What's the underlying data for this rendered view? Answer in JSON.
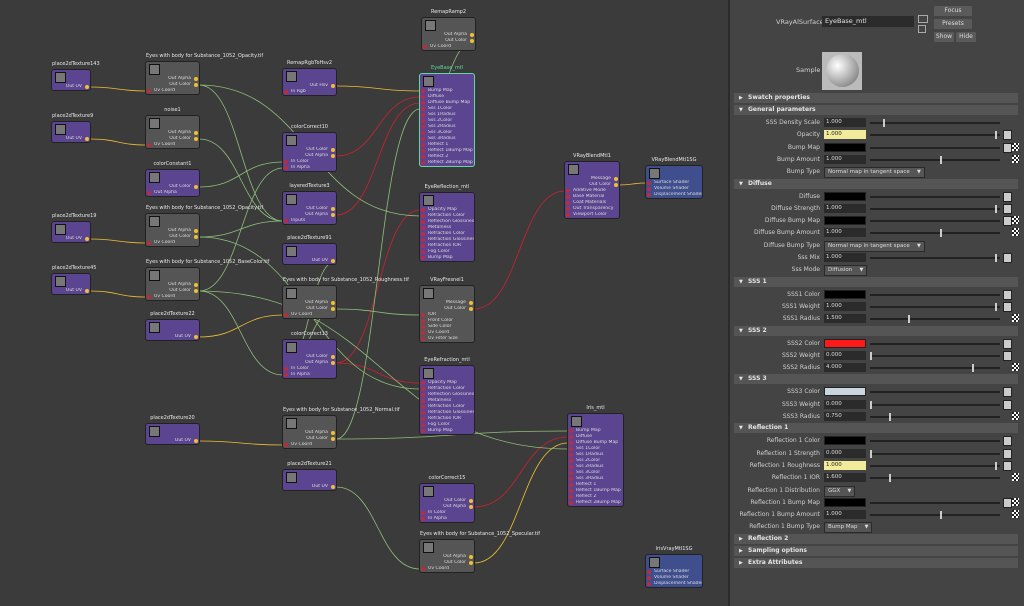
{
  "nodes": [
    {
      "title": "place2dTexture143",
      "kind": "p",
      "outs": [
        "Out UV"
      ],
      "ins": []
    },
    {
      "title": "place2dTexture9",
      "kind": "p",
      "outs": [
        "Out UV"
      ],
      "ins": []
    },
    {
      "title": "place2dTexture19",
      "kind": "p",
      "outs": [
        "Out UV"
      ],
      "ins": []
    },
    {
      "title": "place2dTexture45",
      "kind": "p",
      "outs": [
        "Out UV"
      ],
      "ins": []
    },
    {
      "title": "Eyes with body for Substance_1052_Opacity.tif",
      "kind": "g",
      "outs": [
        "Out Alpha",
        "Out Color"
      ],
      "ins": [
        "Uv Coord"
      ]
    },
    {
      "title": "noise1",
      "kind": "g",
      "outs": [
        "Out Alpha",
        "Out Color"
      ],
      "ins": [
        "Uv Coord"
      ]
    },
    {
      "title": "colorConstant1",
      "kind": "p",
      "outs": [
        "Out Color"
      ],
      "ins": [
        "Out Alpha"
      ]
    },
    {
      "title": "Eyes with body for Substance_1052_Opacity.tif",
      "kind": "g",
      "outs": [
        "Out Alpha",
        "Out Color"
      ],
      "ins": [
        "Uv Coord"
      ]
    },
    {
      "title": "Eyes with body for Substance_1052_BaseColor.tif",
      "kind": "g",
      "outs": [
        "Out Alpha",
        "Out Color"
      ],
      "ins": [
        "Uv Coord"
      ]
    },
    {
      "title": "place2dTexture22",
      "kind": "p",
      "outs": [
        "Out UV"
      ],
      "ins": []
    },
    {
      "title": "place2dTexture20",
      "kind": "p",
      "outs": [
        "Out UV"
      ],
      "ins": []
    },
    {
      "title": "RemapRgbToHsv2",
      "kind": "p",
      "outs": [
        "Out Hsv"
      ],
      "ins": [
        "In Rgb"
      ]
    },
    {
      "title": "colorCorrect10",
      "kind": "p",
      "outs": [
        "Out Color",
        "Out Alpha"
      ],
      "ins": [
        "In Color",
        "In Alpha"
      ]
    },
    {
      "title": "layeredTexture3",
      "kind": "p",
      "outs": [
        "Out Color",
        "Out Alpha"
      ],
      "ins": [
        "Inputs"
      ]
    },
    {
      "title": "place2dTexture91",
      "kind": "p",
      "outs": [
        "Out UV"
      ],
      "ins": []
    },
    {
      "title": "Eyes with body for Substance_1052_Roughness.tif",
      "kind": "g",
      "outs": [
        "Out Alpha",
        "Out Color"
      ],
      "ins": [
        "Uv Coord"
      ]
    },
    {
      "title": "colorCorrect13",
      "kind": "p",
      "outs": [
        "Out Color",
        "Out Alpha"
      ],
      "ins": [
        "In Color",
        "In Alpha"
      ]
    },
    {
      "title": "Eyes with body for Substance_1052_Normal.tif",
      "kind": "g",
      "outs": [
        "Out Alpha",
        "Out Color"
      ],
      "ins": [
        "Uv Coord"
      ]
    },
    {
      "title": "place2dTexture21",
      "kind": "p",
      "outs": [
        "Out UV"
      ],
      "ins": []
    },
    {
      "title": "RemapRamp2",
      "kind": "g",
      "outs": [
        "Out Alpha",
        "Out Color"
      ],
      "ins": [
        "Uv Coord"
      ]
    },
    {
      "title": "EyeBase_mtl",
      "kind": "p",
      "outs": [],
      "ins": [
        "Bump Map",
        "Diffuse",
        "Diffuse Bump Map",
        "Sss 1Color",
        "Sss 1Radius",
        "Sss 2Color",
        "Sss 2Radius",
        "Sss 3Color",
        "Sss 3Radius",
        "Reflect 1",
        "Reflect 1Bump Map",
        "Reflect 2",
        "Reflect 2Bump Map"
      ]
    },
    {
      "title": "EyeReflection_mtl",
      "kind": "p",
      "outs": [],
      "ins": [
        "Opacity Map",
        "Refraction Color",
        "Reflection Glossiness",
        "Metalness",
        "Refraction Color",
        "Refraction Glossiness",
        "Refraction IOR",
        "Fog Color",
        "Bump Map"
      ]
    },
    {
      "title": "VRayFresnel1",
      "kind": "g",
      "outs": [
        "Message",
        "Out Color"
      ],
      "ins": [
        "IOR",
        "Front Color",
        "Side Color",
        "Uv Coord",
        "Uv Filter Size"
      ]
    },
    {
      "title": "EyeRefraction_mtl",
      "kind": "p",
      "outs": [],
      "ins": [
        "Opacity Map",
        "Refraction Color",
        "Reflection Glossiness",
        "Metalness",
        "Refraction Color",
        "Refraction Glossiness",
        "Refraction IOR",
        "Fog Color",
        "Bump Map"
      ]
    },
    {
      "title": "colorCorrect15",
      "kind": "p",
      "outs": [
        "Out Color",
        "Out Alpha"
      ],
      "ins": [
        "In Color",
        "In Alpha"
      ]
    },
    {
      "title": "Eyes with body for Substance_1052_Specular.tif",
      "kind": "g",
      "outs": [
        "Out Alpha",
        "Out Color"
      ],
      "ins": [
        "Uv Coord"
      ]
    },
    {
      "title": "VRayBlendMtl1",
      "kind": "p",
      "outs": [
        "Message",
        "Out Color"
      ],
      "ins": [
        "Additive Mode",
        "Base Material",
        "Coat Materials",
        "Out Transparency",
        "Viewport Color"
      ]
    },
    {
      "title": "VRayBlendMtl1SG",
      "kind": "b",
      "outs": [],
      "ins": [
        "Surface Shader",
        "Volume Shader",
        "Displacement Shader"
      ]
    },
    {
      "title": "Iris_mtl",
      "kind": "p",
      "outs": [],
      "ins": [
        "Bump Map",
        "Diffuse",
        "Diffuse Bump Map",
        "Sss 1Color",
        "Sss 1Radius",
        "Sss 2Color",
        "Sss 2Radius",
        "Sss 3Color",
        "Sss 3Radius",
        "Reflect 1",
        "Reflect 1Bump Map",
        "Reflect 2",
        "Reflect 2Bump Map"
      ]
    },
    {
      "title": "IrisVrayMtl1SG",
      "kind": "b",
      "outs": [],
      "ins": [
        "Surface Shader",
        "Volume Shader",
        "Displacement Shader"
      ]
    }
  ],
  "panel": {
    "node_type": "VRayAlSurface:",
    "node_name": "EyeBase_mtl",
    "focus": "Focus",
    "presets": "Presets",
    "show": "Show",
    "hide": "Hide",
    "sample": "Sample",
    "sections": [
      {
        "title": "Swatch properties",
        "open": false,
        "rows": []
      },
      {
        "title": "General parameters",
        "open": true,
        "rows": [
          {
            "label": "SSS Density Scale",
            "type": "num",
            "value": "1.000",
            "slider": 0.1
          },
          {
            "label": "Opacity",
            "type": "num",
            "value": "1.000",
            "slider": 0.98,
            "hl": true,
            "map": true
          },
          {
            "label": "Bump Map",
            "type": "color",
            "color": "#000000",
            "map": true,
            "chk": true
          },
          {
            "label": "Bump Amount",
            "type": "num",
            "value": "1.000",
            "slider": 0.55,
            "chk": true
          },
          {
            "label": "Bump Type",
            "type": "select",
            "value": "Normal map in tangent space"
          }
        ]
      },
      {
        "title": "Diffuse",
        "open": true,
        "rows": [
          {
            "label": "Diffuse",
            "type": "color",
            "color": "#000000",
            "map": true
          },
          {
            "label": "Diffuse Strength",
            "type": "num",
            "value": "1.000",
            "slider": 0.98,
            "map": true
          },
          {
            "label": "Diffuse Bump Map",
            "type": "color",
            "color": "#000000",
            "map": true,
            "chk": true
          },
          {
            "label": "Diffuse Bump Amount",
            "type": "num",
            "value": "1.000",
            "slider": 0.55,
            "chk": true
          },
          {
            "label": "Diffuse Bump Type",
            "type": "select",
            "value": "Normal map in tangent space"
          },
          {
            "label": "Sss Mix",
            "type": "num",
            "value": "1.000",
            "slider": 0.98,
            "map": true
          },
          {
            "label": "Sss Mode",
            "type": "select",
            "value": "Diffusion"
          }
        ]
      },
      {
        "title": "SSS 1",
        "open": true,
        "rows": [
          {
            "label": "SSS1 Color",
            "type": "color",
            "color": "#000000",
            "map": true
          },
          {
            "label": "SSS1 Weight",
            "type": "num",
            "value": "1.000",
            "slider": 0.98,
            "map": true
          },
          {
            "label": "SSS1 Radius",
            "type": "num",
            "value": "1.500",
            "slider": 0.3,
            "chk": true
          }
        ]
      },
      {
        "title": "SSS 2",
        "open": true,
        "rows": [
          {
            "label": "SSS2 Color",
            "type": "color",
            "color": "#ff1a1a",
            "map": true
          },
          {
            "label": "SSS2 Weight",
            "type": "num",
            "value": "0.000",
            "slider": 0.0,
            "map": true
          },
          {
            "label": "SSS2 Radius",
            "type": "num",
            "value": "4.000",
            "slider": 0.8,
            "chk": true
          }
        ]
      },
      {
        "title": "SSS 3",
        "open": true,
        "rows": [
          {
            "label": "SSS3 Color",
            "type": "color",
            "color": "#c9d6e0",
            "map": true
          },
          {
            "label": "SSS3 Weight",
            "type": "num",
            "value": "0.000",
            "slider": 0.0,
            "map": true
          },
          {
            "label": "SSS3 Radius",
            "type": "num",
            "value": "0.750",
            "slider": 0.15,
            "chk": true
          }
        ]
      },
      {
        "title": "Reflection 1",
        "open": true,
        "rows": [
          {
            "label": "Reflection 1 Color",
            "type": "color",
            "color": "#000000",
            "map": true
          },
          {
            "label": "Reflection 1 Strength",
            "type": "num",
            "value": "0.000",
            "slider": 0.0,
            "map": true
          },
          {
            "label": "Reflection 1 Roughness",
            "type": "num",
            "value": "1.000",
            "slider": 0.98,
            "hl": true,
            "map": true
          },
          {
            "label": "Reflection 1 IOR",
            "type": "num",
            "value": "1.600",
            "slider": 0.15,
            "chk": true
          },
          {
            "label": "Reflection 1 Distribution",
            "type": "select",
            "value": "GGX"
          },
          {
            "label": "Reflection 1 Bump Map",
            "type": "color",
            "color": "#000000",
            "map": true,
            "chk": true
          },
          {
            "label": "Reflection 1 Bump Amount",
            "type": "num",
            "value": "1.000",
            "slider": 0.55,
            "chk": true
          },
          {
            "label": "Reflection 1 Bump Type",
            "type": "select",
            "value": "Bump Map"
          }
        ]
      },
      {
        "title": "Reflection 2",
        "open": false,
        "rows": []
      },
      {
        "title": "Sampling options",
        "open": false,
        "rows": []
      },
      {
        "title": "Extra Attributes",
        "open": false,
        "rows": []
      }
    ]
  },
  "colors": {
    "accent_selected": "#5fd9a0",
    "wire_green": "#8fbf7a",
    "wire_red": "#d02030",
    "wire_yellow": "#f0c030"
  }
}
